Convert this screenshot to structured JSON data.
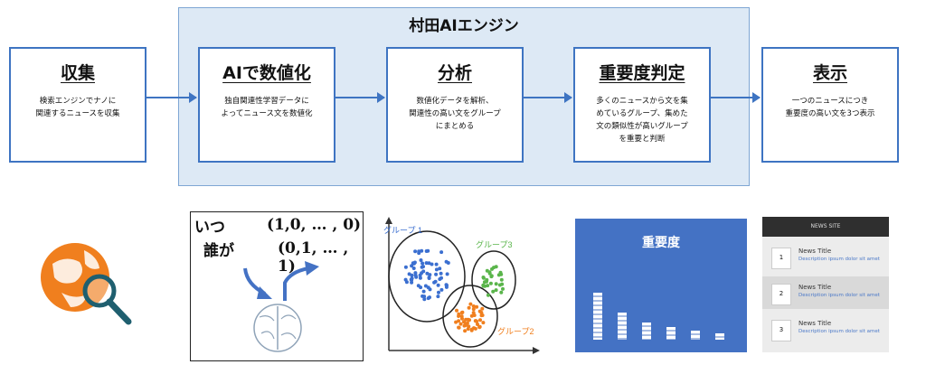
{
  "engine_title": "村田AIエンジン",
  "steps": [
    {
      "title": "収集",
      "desc": "検索エンジンでナノに\n関連するニュースを収集"
    },
    {
      "title": "AIで数値化",
      "desc": "独自関連性学習データに\nよってニュース文を数値化"
    },
    {
      "title": "分析",
      "desc": "数値化データを解析、\n関連性の高い文をグループ\nにまとめる"
    },
    {
      "title": "重要度判定",
      "desc": "多くのニュースから文を集\nめているグループ、集めた\n文の類似性が高いグループ\nを重要と判断"
    },
    {
      "title": "表示",
      "desc": "一つのニュースにつき\n重要度の高い文を3つ表示"
    }
  ],
  "vector_panel": {
    "when": "いつ",
    "who": "誰が",
    "vec1": "(1,0, … , 0)",
    "vec2": "(0,1, … , 1)"
  },
  "cluster_panel": {
    "group1": "グループ 1",
    "group2": "グループ2",
    "group3": "グループ3",
    "colors": {
      "group1": "#3b6fd0",
      "group2": "#f07f1e",
      "group3": "#5ab54b"
    }
  },
  "importance_panel": {
    "title": "重要度",
    "bar_values": [
      52,
      30,
      19,
      14,
      10,
      7
    ]
  },
  "news_panel": {
    "header": "NEWS SITE",
    "items": [
      {
        "num": "1",
        "title": "News Title",
        "desc": "Description ipsum dolor sit amet"
      },
      {
        "num": "2",
        "title": "News Title",
        "desc": "Description ipsum dolor sit amet"
      },
      {
        "num": "3",
        "title": "News Title",
        "desc": "Description ipsum dolor sit amet"
      }
    ]
  },
  "colors": {
    "accent": "#3e74c2",
    "engine_bg": "#dde9f5",
    "globe": "#f07f1e"
  }
}
